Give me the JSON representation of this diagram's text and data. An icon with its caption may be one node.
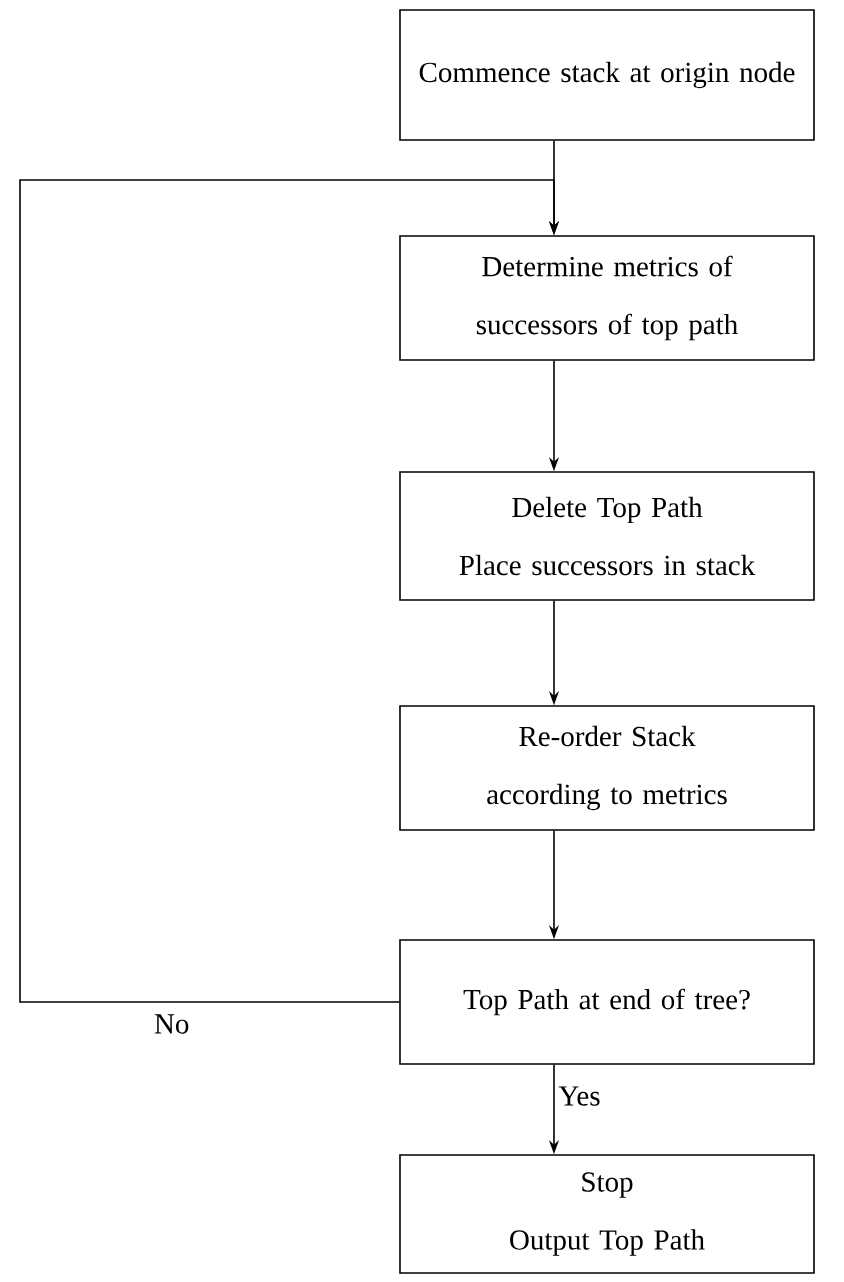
{
  "diagram": {
    "nodes": [
      {
        "text": [
          "Commence stack at origin node"
        ]
      },
      {
        "text": [
          "Determine metrics of successors of top path"
        ]
      },
      {
        "text": [
          "Delete Top Path",
          "Place successors in stack"
        ]
      },
      {
        "text": [
          "Re-order Stack according to metrics"
        ]
      },
      {
        "text": [
          "Top Path at end of tree?"
        ]
      },
      {
        "text": [
          "Stop",
          "Output Top Path"
        ]
      }
    ],
    "edges": [
      {
        "from": 0,
        "to": 1,
        "arrow": "to"
      },
      {
        "from": 1,
        "to": 2,
        "arrow": "to"
      },
      {
        "from": 2,
        "to": 3,
        "arrow": "to"
      },
      {
        "from": 3,
        "to": 4,
        "arrow": "to"
      },
      {
        "from": 4,
        "to": 1,
        "arrow": "to",
        "label": "No"
      },
      {
        "from": 4,
        "to": 5,
        "arrow": "to",
        "label": "Yes"
      }
    ]
  }
}
